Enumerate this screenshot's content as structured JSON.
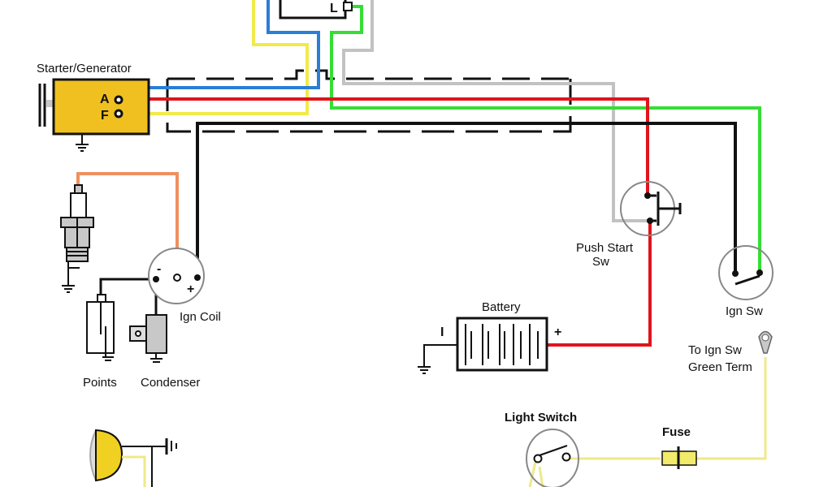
{
  "labels": {
    "starter_generator": "Starter/Generator",
    "terminal_a": "A",
    "terminal_f": "F",
    "regulator_l": "L",
    "ign_coil": "Ign Coil",
    "coil_minus": "-",
    "coil_plus": "+",
    "points": "Points",
    "condenser": "Condenser",
    "push_start_line1": "Push Start",
    "push_start_line2": "Sw",
    "battery": "Battery",
    "battery_minus": "I",
    "battery_plus": "+",
    "ign_sw": "Ign Sw",
    "to_ign_sw_line1": "To Ign Sw",
    "to_ign_sw_line2": "Green Term",
    "light_switch": "Light Switch",
    "fuse": "Fuse"
  },
  "wire_colors": {
    "red": "#e0141c",
    "blue": "#2a7fd4",
    "yellow": "#f2ea4a",
    "green": "#35dd35",
    "gray": "#c2c2c2",
    "black": "#111111",
    "orange": "#ee9060",
    "light_yellow": "#eee98a"
  },
  "component_colors": {
    "generator_body": "#f0c020",
    "headlamp": "#f0d020",
    "part_gray": "#c8c8c8"
  }
}
